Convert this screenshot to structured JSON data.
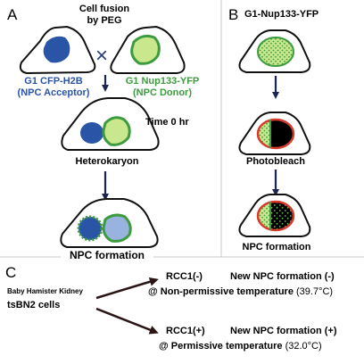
{
  "panel_a": {
    "letter": "A",
    "title_line1": "Cell fusion",
    "title_line2": "by PEG",
    "cross_symbol": "×",
    "acceptor_line1": "G1 CFP-H2B",
    "acceptor_line2": "(NPC Acceptor)",
    "donor_line1": "G1 Nup133-YFP",
    "donor_line2": "(NPC Donor)",
    "time_label": "Time 0 hr",
    "heterokaryon_label": "Heterokaryon",
    "result_label": "NPC formation"
  },
  "panel_b": {
    "letter": "B",
    "title": "G1-Nup133-YFP",
    "photobleach_label": "Photobleach",
    "result_label": "NPC formation"
  },
  "panel_c": {
    "letter": "C",
    "cell_line1": "Baby Hamister Kidney",
    "cell_line2": "tsBN2 cells",
    "upper_condition": "RCC1(-)",
    "upper_outcome": "New NPC formation (-)",
    "upper_temp_prefix": "@ Non-permissive temperature",
    "upper_temp_value": "(39.7°C)",
    "lower_condition": "RCC1(+)",
    "lower_outcome": "New NPC formation (+)",
    "lower_temp_prefix": "@ Permissive temperature",
    "lower_temp_value": "(32.0°C)"
  },
  "colors": {
    "cfp_blue": "#2a54a6",
    "yfp_green": "#3d9b3f",
    "yfp_fill": "#c9e88e",
    "bleach_red": "#d93a2b",
    "arrow_navy": "#1c2450"
  }
}
